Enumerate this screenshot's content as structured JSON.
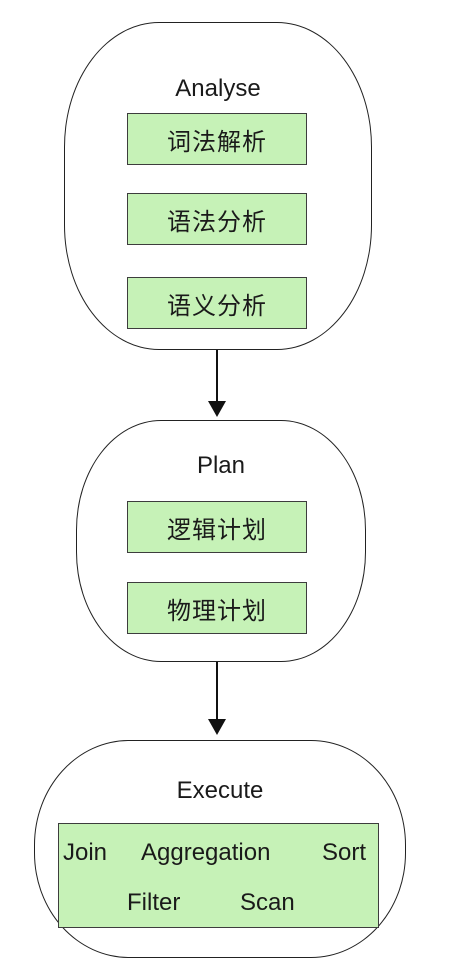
{
  "stages": [
    {
      "title": "Analyse",
      "steps": [
        "词法解析",
        "语法分析",
        "语义分析"
      ]
    },
    {
      "title": "Plan",
      "steps": [
        "逻辑计划",
        "物理计划"
      ]
    },
    {
      "title": "Execute",
      "operators": [
        "Join",
        "Aggregation",
        "Sort",
        "Filter",
        "Scan"
      ]
    }
  ],
  "colors": {
    "step_fill": "#c6f2b7",
    "stroke": "#222222"
  }
}
